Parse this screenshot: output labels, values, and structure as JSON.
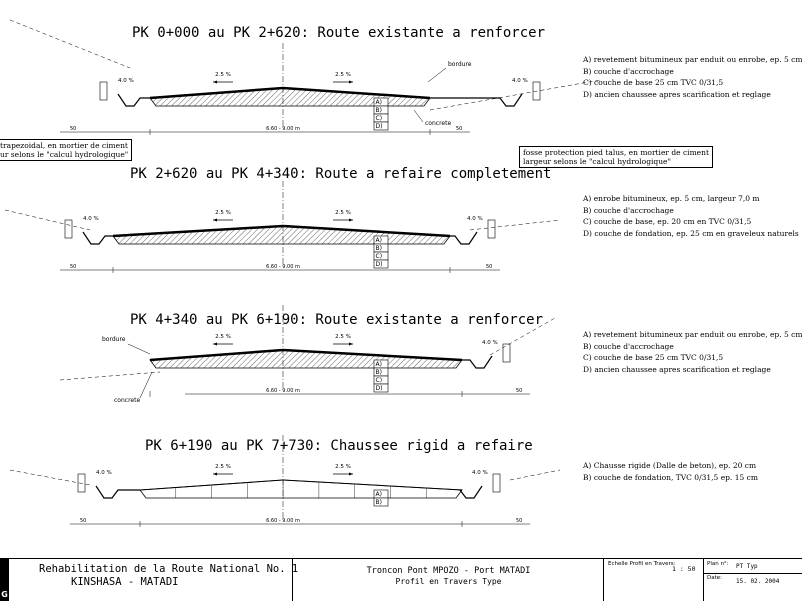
{
  "sections": [
    {
      "title": "PK 0+000 au PK 2+620: Route existante a renforcer",
      "slope_left": "4.0 %",
      "slope_right": "4.0 %",
      "crossfall_left": "2.5 %",
      "crossfall_right": "2.5 %",
      "layer_labels": [
        "A)",
        "B)",
        "C)",
        "D)"
      ],
      "dim_ditch": "50",
      "dim_width": "6.60 - 9.00 m",
      "dim_ditch_right": "50",
      "label_bordure": "bordure",
      "label_concrete": "concrete",
      "legend": [
        "A) revetement bitumineux par enduit ou enrobe, ep. 5 cm",
        "B) couche d'accrochage",
        "C) couche de base 25 cm TVC 0/31,5",
        "D) ancien chaussee apres scarification et reglage"
      ],
      "note_left": [
        "trapezoidal, en mortier de ciment",
        "ur selons le \"calcul hydrologique\""
      ],
      "note_right": [
        "fosse protection pied talus, en mortier de ciment",
        "largeur selons le \"calcul hydrologique\""
      ]
    },
    {
      "title": "PK 2+620 au PK 4+340: Route a refaire completement",
      "slope_left": "4.0 %",
      "slope_right": "4.0 %",
      "crossfall_left": "2.5 %",
      "crossfall_right": "2.5 %",
      "layer_labels": [
        "A)",
        "B)",
        "C)",
        "D)"
      ],
      "dim_ditch": "50",
      "dim_width": "6.60 - 9.00 m",
      "dim_ditch_right": "50",
      "legend": [
        "A) enrobe bitumineux, ep. 5 cm, largeur 7,0 m",
        "B) couche d'accrochage",
        "C) couche de base, ep. 20 cm en TVC 0/31,5",
        "D) couche de fondation, ep. 25 cm en graveleux naturels"
      ]
    },
    {
      "title": "PK 4+340 au PK 6+190: Route existante a renforcer",
      "slope_right": "4.0 %",
      "crossfall_left": "2.5 %",
      "crossfall_right": "2.5 %",
      "layer_labels": [
        "A)",
        "B)",
        "C)",
        "D)"
      ],
      "dim_width": "6.60 - 9.00 m",
      "dim_ditch_right": "50",
      "label_bordure": "bordure",
      "label_concrete": "concrete",
      "legend": [
        "A) revetement bitumineux par enduit ou enrobe, ep. 5 cm",
        "B) couche d'accrochage",
        "C) couche de base 25 cm TVC 0/31,5",
        "D) ancien chaussee apres scarification et reglage"
      ]
    },
    {
      "title": "PK 6+190 au PK 7+730: Chaussee rigid a refaire",
      "slope_left": "4.0 %",
      "slope_right": "4.0 %",
      "crossfall_left": "2.5 %",
      "crossfall_right": "2.5 %",
      "layer_labels": [
        "A)",
        "B)"
      ],
      "dim_ditch": "50",
      "dim_width": "6.60 - 9.00 m",
      "dim_ditch_right": "50",
      "legend": [
        "A) Chausse rigide (Dalle de beton), ep. 20 cm",
        "B) couche de fondation, TVC 0/31,5 ep. 15 cm"
      ]
    }
  ],
  "title_block": {
    "project_line1": "Rehabilitation de la Route National No. 1",
    "project_line2": "KINSHASA - MATADI",
    "section_line1": "Troncon Pont MPOZO - Port MATADI",
    "section_line2": "Profil en Travers Type",
    "scale_label": "Echelle Profil en Travers:",
    "scale_value": "1 : 50",
    "plan_label": "Plan n°:",
    "plan_value": "PT Typ",
    "date_label": "Date:",
    "date_value": "15. 02. 2004",
    "logo_letter": "G"
  }
}
